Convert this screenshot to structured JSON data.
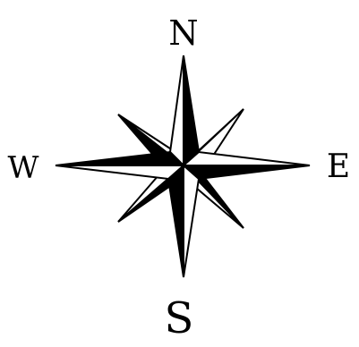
{
  "compass": {
    "labels": {
      "north": "N",
      "east": "E",
      "south": "S",
      "west": "W"
    },
    "colors": {
      "ink": "#000000",
      "paper": "#ffffff"
    }
  }
}
